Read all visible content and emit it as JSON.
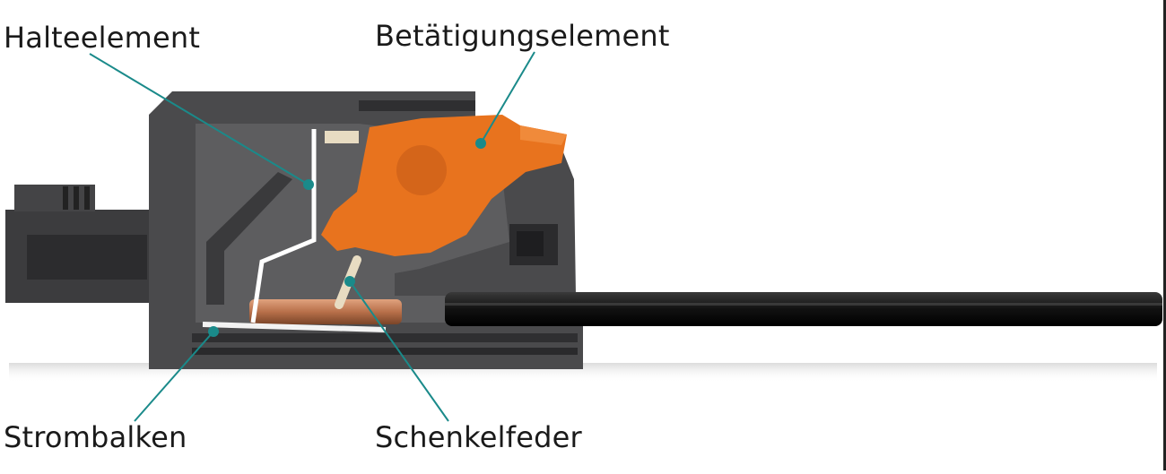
{
  "labels": {
    "halteelement": "Halteelement",
    "betaetigungselement": "Betätigungselement",
    "strombalken": "Strombalken",
    "schenkelfeder": "Schenkelfeder"
  },
  "colors": {
    "housing": "#4a4a4c",
    "housing_dark": "#2f2f31",
    "actuator": "#e8731e",
    "leader_line": "#1a8a8a",
    "wire": "#1c1c1c",
    "copper": "#b8704a"
  }
}
